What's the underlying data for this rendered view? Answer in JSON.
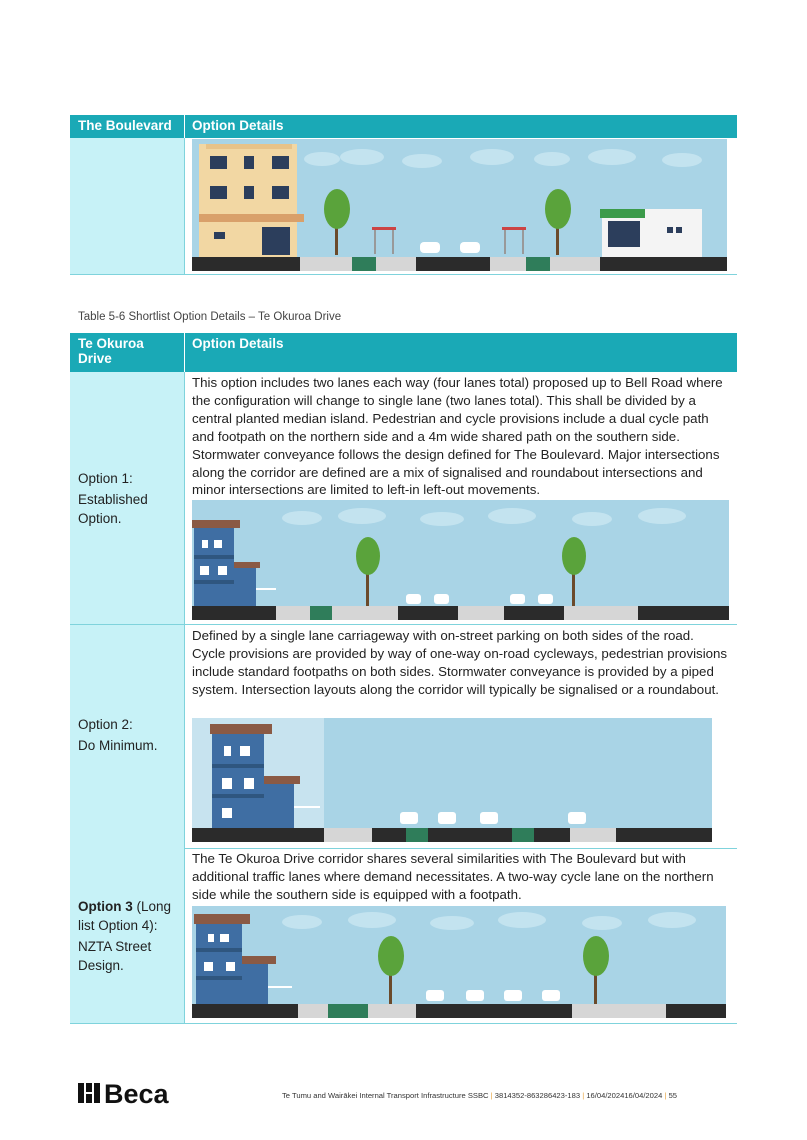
{
  "table1": {
    "header_col1": "The Boulevard",
    "header_col2": "Option Details"
  },
  "caption": "Table 5-6 Shortlist Option Details – Te Okuroa Drive",
  "table2": {
    "header_col1": "Te Okuroa Drive",
    "header_col2": "Option Details",
    "rows": [
      {
        "label_lines": [
          "Option 1:",
          "Established Option."
        ],
        "description": "This option includes two lanes each way (four lanes total) proposed up to Bell Road where the configuration will change to single lane (two lanes total). This shall be divided by a central planted median island. Pedestrian and cycle provisions include a dual cycle path and footpath on the northern side and a 4m wide shared path on the southern side. Stormwater conveyance follows the design defined for The Boulevard. Major intersections along the corridor are defined are a mix of signalised and roundabout intersections and minor intersections are limited to left-in left-out movements."
      },
      {
        "label_lines": [
          "Option 2:",
          "Do Minimum."
        ],
        "description": "Defined by a single lane carriageway with on-street parking on both sides of the road. Cycle provisions are provided by way of one-way on-road cycleways, pedestrian provisions include standard footpaths on both sides. Stormwater conveyance is provided by a piped system. Intersection layouts along the corridor will typically be signalised or a roundabout."
      },
      {
        "label_bold": "Option 3",
        "label_rest": " (Long list Option 4):",
        "label_line2": "NZTA Street Design.",
        "description": "The Te Okuroa Drive corridor shares several similarities with The Boulevard but with additional traffic lanes where demand necessitates. A two-way cycle lane on the northern side while the southern side is equipped with a footpath."
      }
    ]
  },
  "footer": {
    "logo_text": "Beca",
    "doc_title": "Te Tumu and Wairākei Internal Transport Infrastructure SSBC",
    "sep": "|",
    "doc_ref": "3814352-863286423-183",
    "date": "16/04/202416/04/2024",
    "page": "55"
  },
  "colors": {
    "header_teal": "#1aa9b6",
    "label_cell": "#c7f2f7",
    "sky": "#a9d4e6",
    "building_blue": "#3f6ea3",
    "tree_green": "#5aa33b",
    "road_dark": "#2b2b2b",
    "cycle_green": "#2f7d5a"
  }
}
